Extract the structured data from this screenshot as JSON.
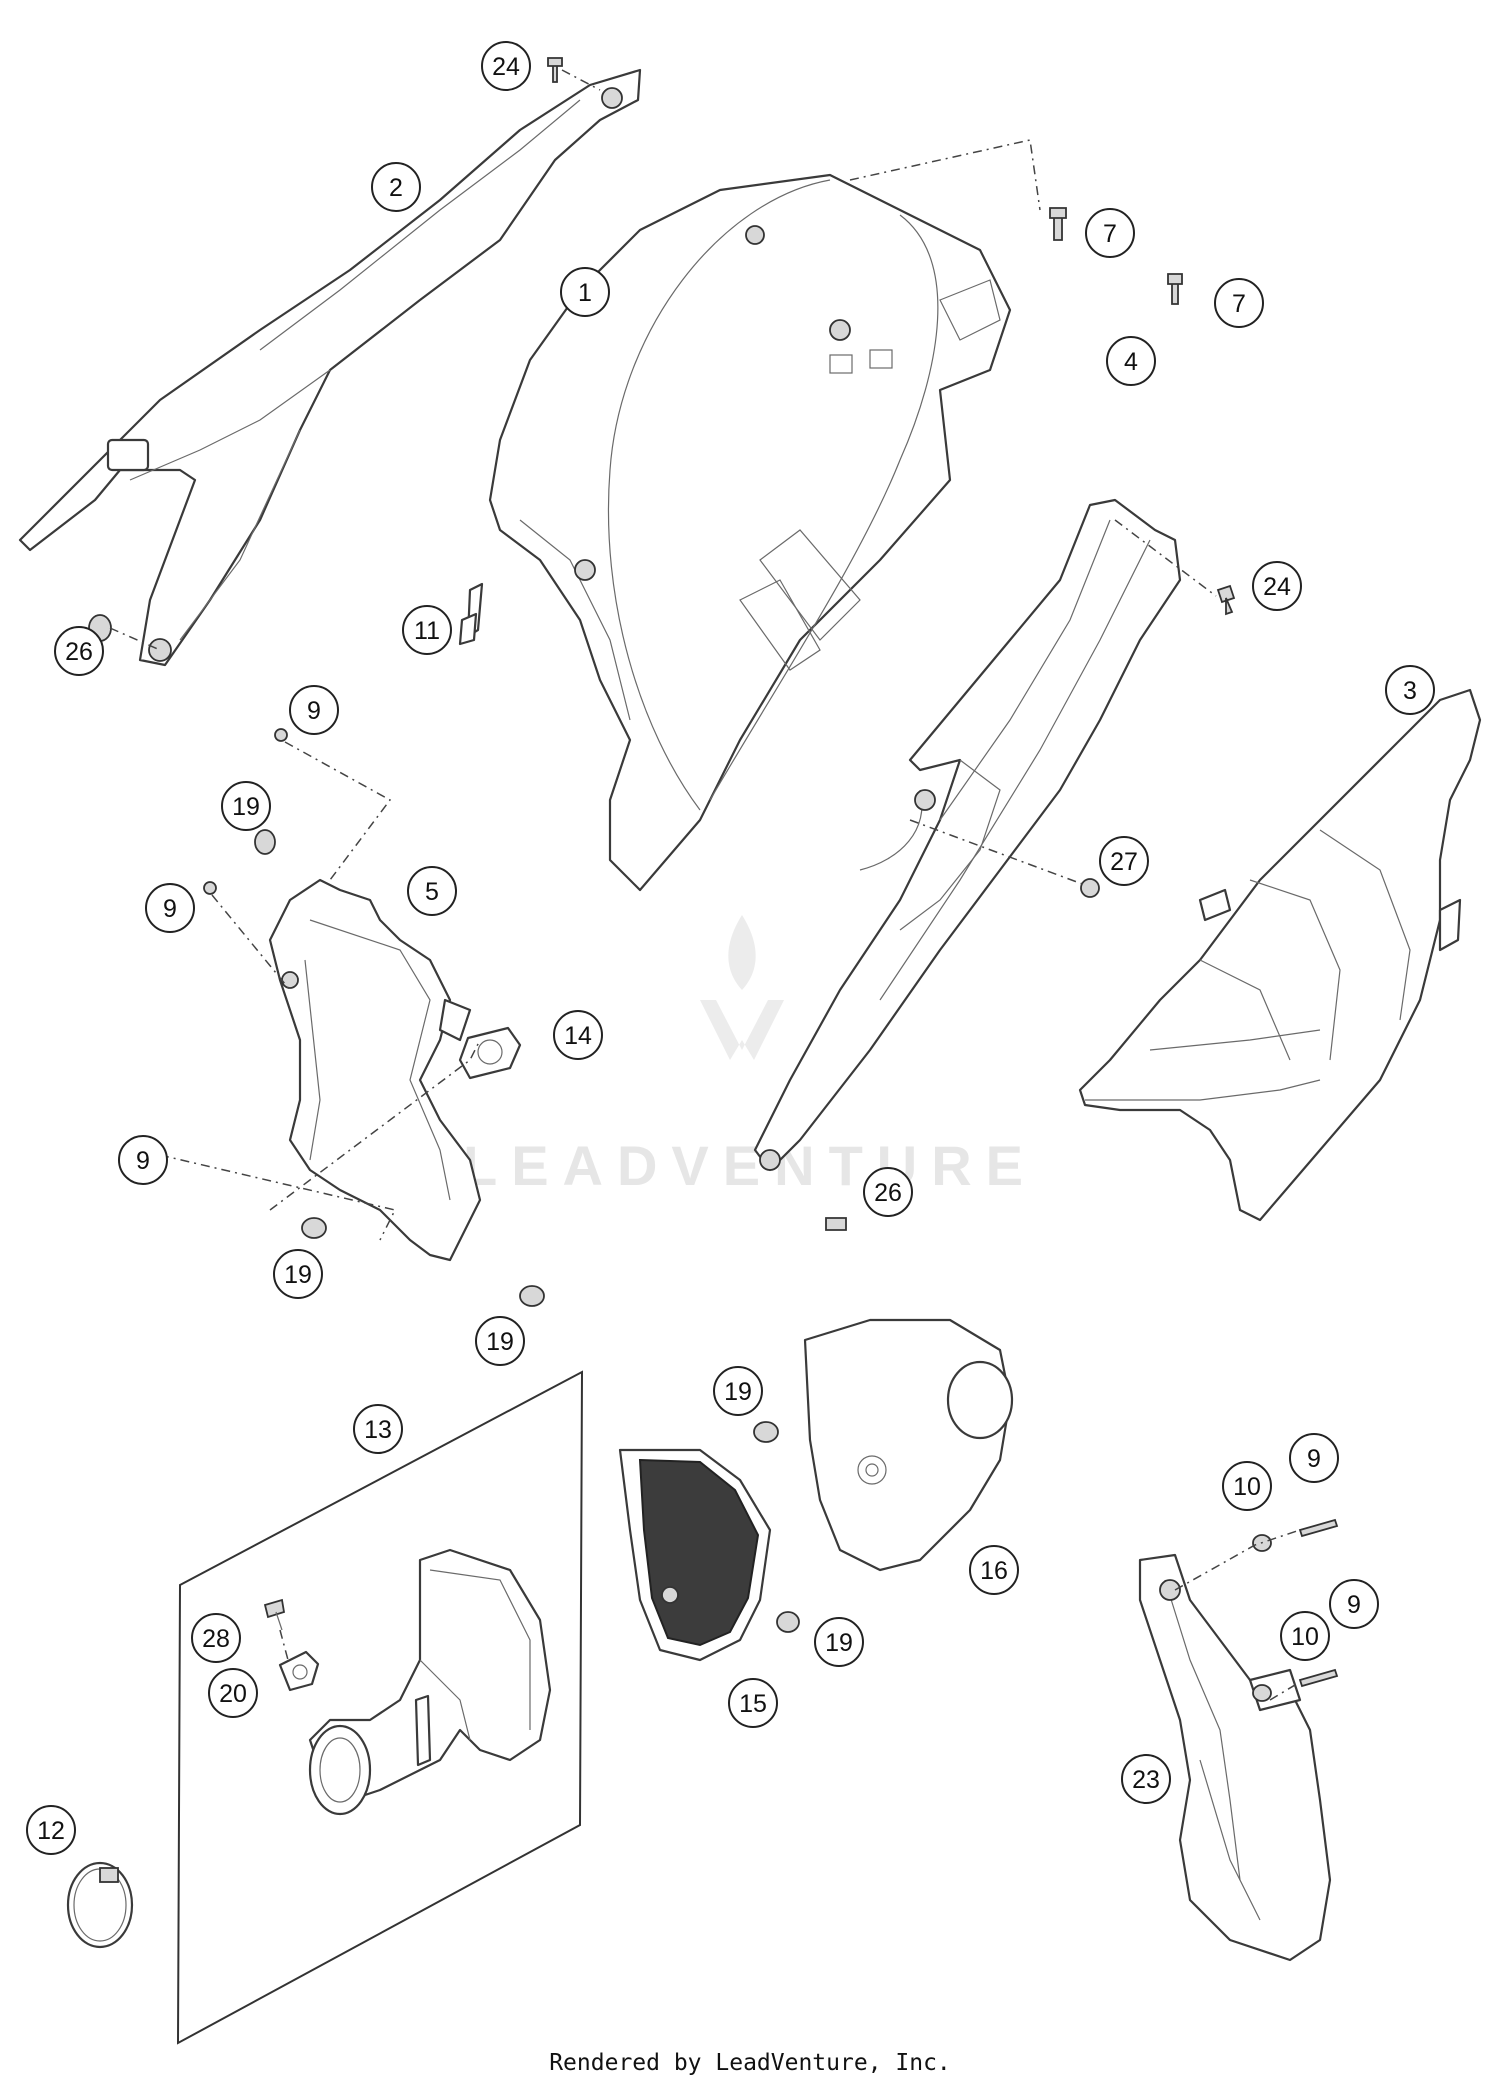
{
  "watermark": "LEADVENTURE",
  "footer_text": "Rendered by LeadVenture, Inc.",
  "callouts": [
    {
      "id": "c-24-top",
      "label": "24"
    },
    {
      "id": "c-2",
      "label": "2"
    },
    {
      "id": "c-1",
      "label": "1"
    },
    {
      "id": "c-7-a",
      "label": "7"
    },
    {
      "id": "c-7-b",
      "label": "7"
    },
    {
      "id": "c-26-left",
      "label": "26"
    },
    {
      "id": "c-11",
      "label": "11"
    },
    {
      "id": "c-4",
      "label": "4"
    },
    {
      "id": "c-24-right",
      "label": "24"
    },
    {
      "id": "c-9-a",
      "label": "9"
    },
    {
      "id": "c-3",
      "label": "3"
    },
    {
      "id": "c-19-a",
      "label": "19"
    },
    {
      "id": "c-27",
      "label": "27"
    },
    {
      "id": "c-9-b",
      "label": "9"
    },
    {
      "id": "c-5",
      "label": "5"
    },
    {
      "id": "c-14",
      "label": "14"
    },
    {
      "id": "c-9-c",
      "label": "9"
    },
    {
      "id": "c-26-mid",
      "label": "26"
    },
    {
      "id": "c-19-b",
      "label": "19"
    },
    {
      "id": "c-19-c",
      "label": "19"
    },
    {
      "id": "c-19-d",
      "label": "19"
    },
    {
      "id": "c-13",
      "label": "13"
    },
    {
      "id": "c-16",
      "label": "16"
    },
    {
      "id": "c-19-e",
      "label": "19"
    },
    {
      "id": "c-10-a",
      "label": "10"
    },
    {
      "id": "c-9-d",
      "label": "9"
    },
    {
      "id": "c-28",
      "label": "28"
    },
    {
      "id": "c-20",
      "label": "20"
    },
    {
      "id": "c-15",
      "label": "15"
    },
    {
      "id": "c-10-b",
      "label": "10"
    },
    {
      "id": "c-9-e",
      "label": "9"
    },
    {
      "id": "c-23",
      "label": "23"
    },
    {
      "id": "c-12",
      "label": "12"
    }
  ]
}
